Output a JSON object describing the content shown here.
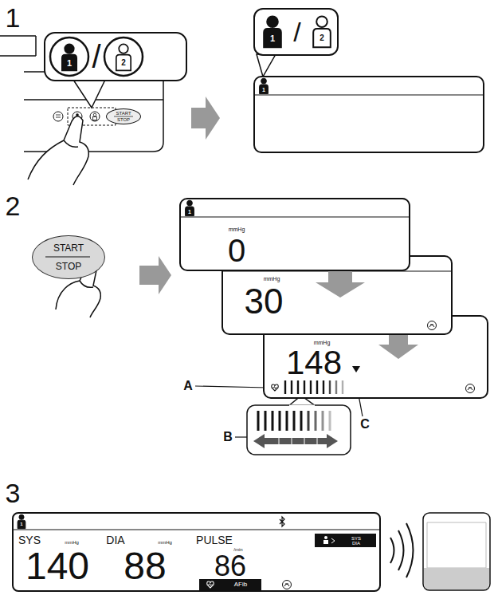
{
  "diagram": {
    "nodes": [
      {
        "text": [
          "1",
          "/",
          "2"
        ]
      },
      {
        "text": [
          "START",
          "STOP"
        ]
      },
      {
        "text": [
          "1",
          "/",
          "2"
        ]
      },
      {
        "text": [
          "1"
        ]
      },
      {
        "text": [
          "START",
          "STOP"
        ]
      },
      {
        "text": [
          "1",
          "mmHg",
          "0"
        ]
      },
      {
        "text": [
          "mmHg",
          "30"
        ]
      },
      {
        "text": [
          "mmHg",
          "148"
        ]
      },
      {
        "text": [
          "1",
          "SYS",
          "mmHg",
          "DIA",
          "mmHg",
          "PULSE",
          "/min",
          "140",
          "88",
          "86",
          "SYS DIA",
          "AFib"
        ]
      }
    ],
    "edges": [
      {
        "from": 0,
        "to": 3,
        "arrow": "to"
      },
      {
        "from": 4,
        "to": 5,
        "arrow": "to"
      }
    ],
    "labels": [
      "1",
      "2",
      "3",
      "A",
      "B",
      "C"
    ]
  }
}
